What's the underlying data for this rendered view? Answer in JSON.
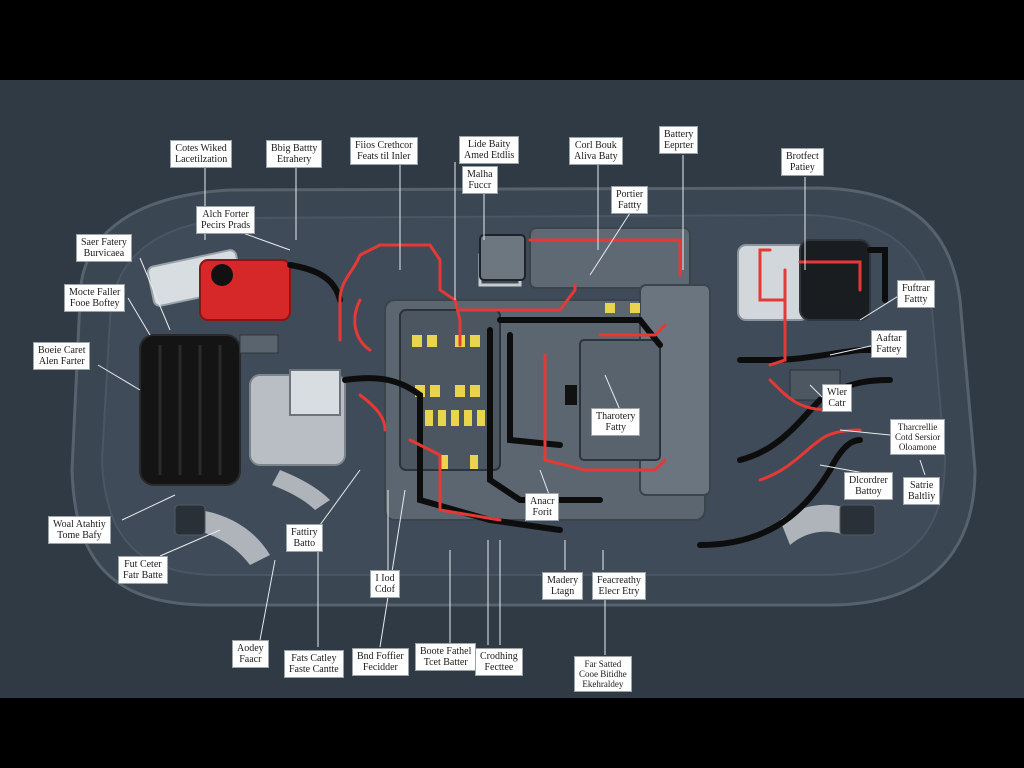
{
  "colors": {
    "background": "#2f3a45",
    "letterbox": "#000000",
    "wire_red": "#e53935",
    "wire_black": "#0d0d0d",
    "reservoir_red": "#d62828",
    "fuse_yellow": "#e8d44d",
    "callout_bg": "#ffffff"
  },
  "callouts": {
    "c01": [
      "Cotes Wiked",
      "Lacetilzation"
    ],
    "c02": [
      "Bbig Battty",
      "Etrahery"
    ],
    "c03": [
      "Fiios Crethcor",
      "Feats til Inler"
    ],
    "c04": [
      "Lide Baity",
      "Amed Etdlis"
    ],
    "c05": [
      "Corl Bouk",
      "Aliva Baty"
    ],
    "c06": [
      "Battery",
      "Eeprter"
    ],
    "c07": [
      "Brotfect",
      "Patiey"
    ],
    "c08": [
      "Alch Forter",
      "Pecirs Prads"
    ],
    "c09": [
      "Malha",
      "Fuccr"
    ],
    "c10": [
      "Portier",
      "Fattty"
    ],
    "c11": [
      "Saer Fatery",
      "Burvicaea"
    ],
    "c12": [
      "Mocte Faller",
      "Fooe Boftey"
    ],
    "c13": [
      "Fuftrar",
      "Fattty"
    ],
    "c14": [
      "Boeie Caret",
      "Alen Farter"
    ],
    "c15": [
      "Aaftar",
      "Fattey"
    ],
    "c16": [
      "Wler",
      "Catr"
    ],
    "c17": [
      "Tharcrellie",
      "Cotd Sersior",
      "Oloamone"
    ],
    "c18": [
      "Tharotery",
      "Fatty"
    ],
    "c19": [
      "Anacr",
      "Forit"
    ],
    "c20": [
      "Dlcordrer",
      "Battoy"
    ],
    "c21": [
      "Satrie",
      "Baltliy"
    ],
    "c22": [
      "Woal Atahtiy",
      "Tome Bafy"
    ],
    "c23": [
      "Fattiry",
      "Batto"
    ],
    "c24": [
      "Fut Ceter",
      "Fatr Batte"
    ],
    "c25": [
      "I Iod",
      "Cdof"
    ],
    "c26": [
      "Madery",
      "Ltagn"
    ],
    "c27": [
      "Feacreathy",
      "Elecr Etry"
    ],
    "c28": [
      "Aodey",
      "Faacr"
    ],
    "c29": [
      "Fats Catley",
      "Faste Cantte"
    ],
    "c30": [
      "Bnd Foffier",
      "Fecidder"
    ],
    "c31": [
      "Boote Fathel",
      "Tcet Batter"
    ],
    "c32": [
      "Crodhing",
      "Fecttee"
    ],
    "c33": [
      "Far Satted",
      "Cooe Bitidhe",
      "Ekehraldey"
    ]
  }
}
